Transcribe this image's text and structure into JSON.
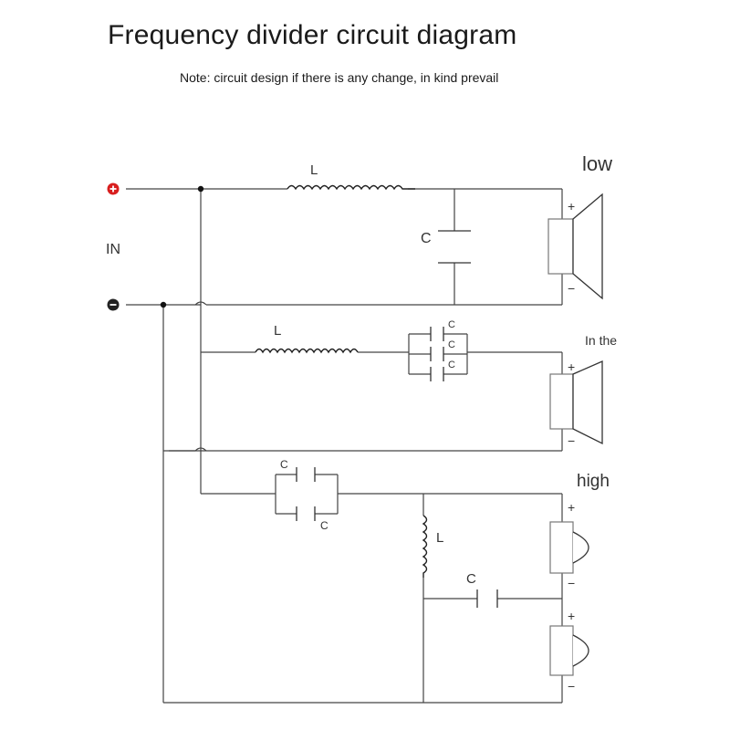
{
  "header": {
    "title": "Frequency divider circuit diagram",
    "note": "Note: circuit design if there is any change, in kind prevail"
  },
  "input": {
    "label": "IN",
    "positive_symbol": "+",
    "negative_symbol": "−",
    "positive_color": "#d81e1e",
    "negative_color": "#222222"
  },
  "sections": {
    "low": {
      "label": "low",
      "inductor_label": "L",
      "capacitor_label": "C",
      "plus": "+",
      "minus": "−"
    },
    "mid": {
      "label": "In the",
      "inductor_label": "L",
      "capacitor_labels": [
        "C",
        "C",
        "C"
      ],
      "plus": "+",
      "minus": "−"
    },
    "high": {
      "label": "high",
      "series_cap_labels": [
        "C",
        "C"
      ],
      "inductor_label": "L",
      "capacitor_label": "C",
      "tweeter1_plus": "+",
      "tweeter1_minus": "−",
      "tweeter2_plus": "+",
      "tweeter2_minus": "−"
    }
  }
}
